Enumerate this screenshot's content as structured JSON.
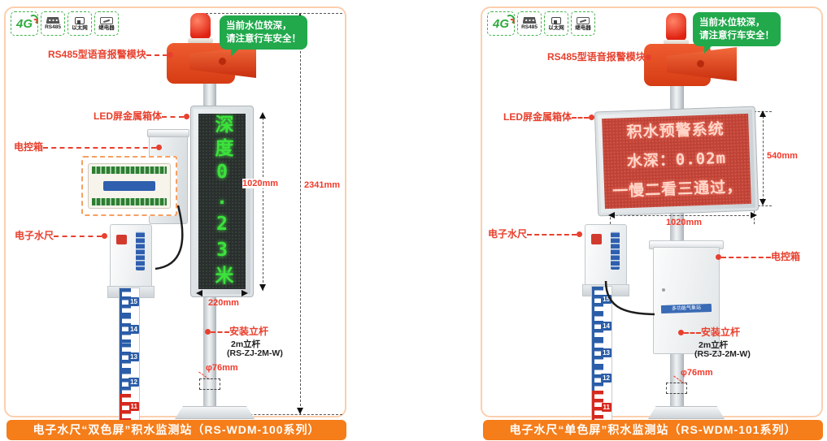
{
  "badges": {
    "g4": "4G",
    "rs485": "RS485",
    "ethernet": "以太网",
    "relay": "继电器"
  },
  "bubble": {
    "line1": "当前水位较深，",
    "line2": "请注意行车安全！"
  },
  "labels": {
    "speaker": "RS485型语音报警模块",
    "led_box": "LED屏金属箱体",
    "control_box": "电控箱",
    "water_gauge": "电子水尺",
    "pole": "安装立杆",
    "pole_spec": "2m立杆",
    "pole_model": "(RS-ZJ-2M-W)"
  },
  "panels": {
    "left": {
      "banner": "电子水尺“双色屏”积水监测站（RS-WDM-100系列）",
      "led_text": "深度0.23米",
      "dims": {
        "total_height": "2341mm",
        "screen_height": "1020mm",
        "screen_width": "220mm",
        "pole_diameter": "φ76mm"
      },
      "ruler_numbers": [
        "15",
        "14",
        "13",
        "12",
        "11"
      ]
    },
    "right": {
      "banner": "电子水尺“单色屏”积水监测站（RS-WDM-101系列）",
      "led_lines": [
        "积水预警系统",
        "水深：0.02m",
        "一慢二看三通过，"
      ],
      "dims": {
        "screen_height": "540mm",
        "screen_width": "1020mm",
        "pole_diameter": "φ76mm"
      },
      "cabinet_label": "多功能气象站",
      "ruler_numbers": [
        "15",
        "14",
        "13",
        "12",
        "11"
      ]
    }
  },
  "colors": {
    "banner_orange": "#f57d1a",
    "label_red": "#e8402e",
    "bubble_green": "#21a94c",
    "badge_green": "#43b34a",
    "panel_border": "#fbcfae",
    "led_green_text": "#3be33b",
    "led_red_bg": "#bf4236",
    "ruler_blue": "#2b5da8",
    "ruler_red": "#d6281e"
  }
}
